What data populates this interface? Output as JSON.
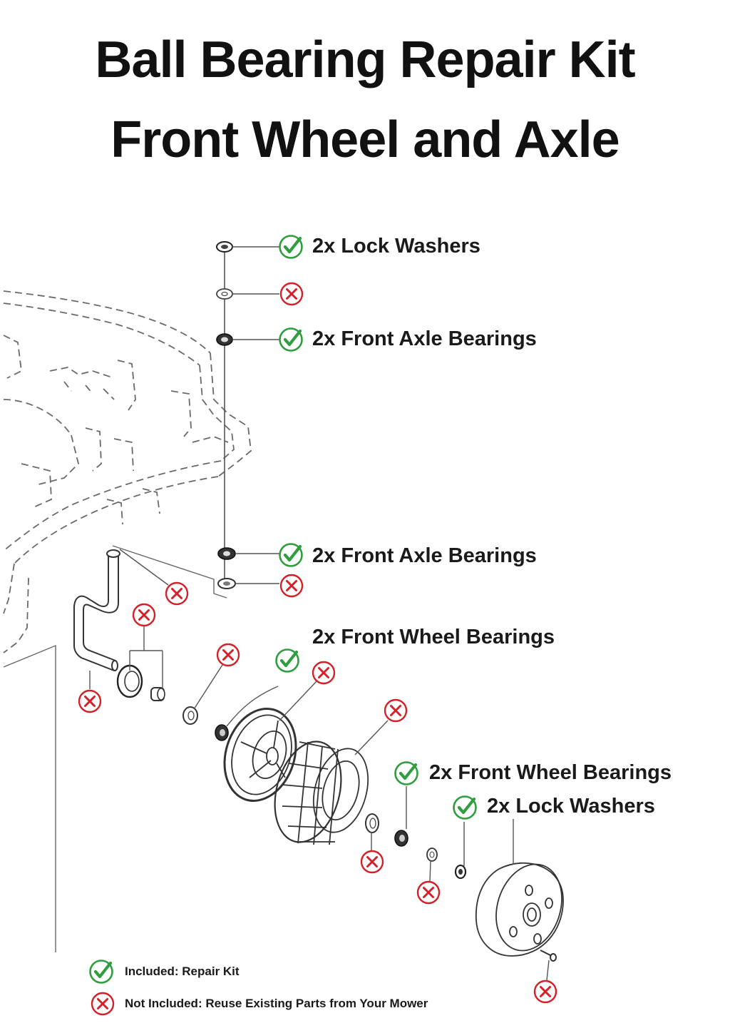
{
  "title": {
    "line1": "Ball Bearing Repair Kit",
    "line2": "Front Wheel and Axle"
  },
  "callouts": [
    {
      "status": "included",
      "label": "2x Lock Washers"
    },
    {
      "status": "not_included",
      "label": ""
    },
    {
      "status": "included",
      "label": "2x Front Axle Bearings"
    },
    {
      "status": "included",
      "label": "2x Front Axle Bearings"
    },
    {
      "status": "not_included",
      "label": ""
    },
    {
      "status": "included",
      "label": "2x Front Wheel Bearings"
    },
    {
      "status": "included",
      "label": "2x Front Wheel Bearings"
    },
    {
      "status": "included",
      "label": "2x Lock Washers"
    }
  ],
  "legend": {
    "included": "Included: Repair Kit",
    "not_included": "Not Included: Reuse Existing Parts from Your Mower"
  },
  "colors": {
    "check": "#2e9e3e",
    "cross": "#d42028",
    "line": "#555555",
    "dashed": "#666666"
  },
  "icons": {
    "included": "check-circle-icon",
    "not_included": "x-circle-icon"
  }
}
